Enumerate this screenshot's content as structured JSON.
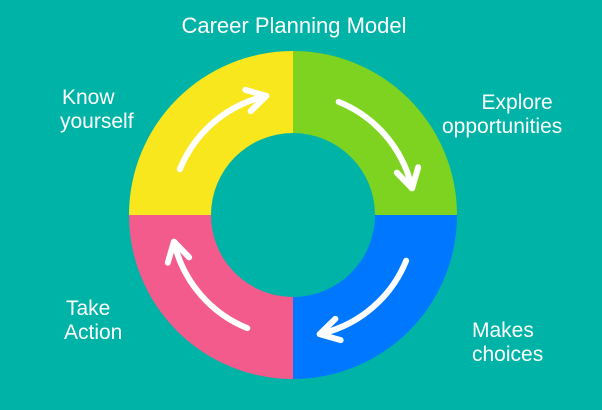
{
  "title": "Career Planning Model",
  "segments": [
    {
      "label_lines": [
        "Know",
        "yourself"
      ],
      "color": "#F9E71E"
    },
    {
      "label_lines": [
        "Explore",
        "opportunities"
      ],
      "color": "#7ED321"
    },
    {
      "label_lines": [
        "Makes",
        "choices"
      ],
      "color": "#0077FF"
    },
    {
      "label_lines": [
        "Take",
        "Action"
      ],
      "color": "#F25B8C"
    }
  ],
  "background": "#00B3A7"
}
